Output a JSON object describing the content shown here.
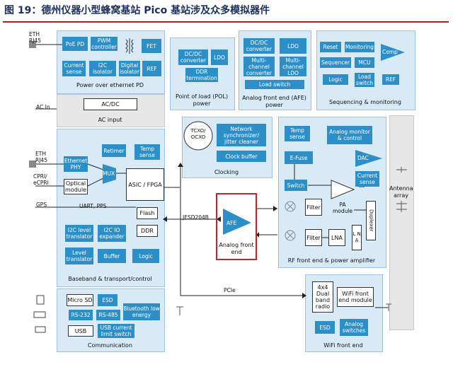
{
  "title": "图 19：德州仪器小型蜂窝基站 Pico 基站涉及众多模拟器件",
  "colors": {
    "block": "#2c8fc8",
    "panel": "#d9eaf7",
    "panel_gray": "#e7e7e7",
    "title": "#1c2f5a",
    "highlight": "#c0262c",
    "rule": "#b21f1f"
  },
  "poe": {
    "eth": "ETH",
    "rj45": "RJ45",
    "poe_pd": "PoE PD",
    "pwm": "PWM controller",
    "fet": "FET",
    "current_sense": "Current sense",
    "i2c_isolator": "I2C isolator",
    "digital_isolator": "Digital isolator",
    "ref": "REF",
    "label": "Power over ethernet PD"
  },
  "pol": {
    "dcdc": "DC/DC converter",
    "ldo": "LDO",
    "ddr": "DDR termination",
    "label": "Point of load (POL) power"
  },
  "afe_power": {
    "dcdc": "DC/DC converter",
    "ldo": "LDO",
    "multi_conv": "Multi-channel converter",
    "multi_ldo": "Multi-channel LDO",
    "load_switch": "Load switch",
    "label": "Analog front end (AFE) power"
  },
  "seq": {
    "reset": "Reset",
    "monitoring": "Monitoring",
    "comp": "Comp",
    "sequencer": "Sequencer",
    "mcu": "MCU",
    "logic": "Logic",
    "load_switch": "Load switch",
    "ref": "REF",
    "label": "Sequencing & monitoring"
  },
  "ac": {
    "ac_in": "AC In",
    "acdc": "AC/DC",
    "label": "AC input"
  },
  "clocking": {
    "tcxo": "TCXO/ OCXO",
    "net_sync": "Network synchronizer/ jitter cleaner",
    "clock_buffer": "Clock buffer",
    "label": "Clocking"
  },
  "baseband": {
    "eth": "ETH",
    "rj45": "RJ45",
    "cpri": "CPRI/",
    "ecpri": "eCPRI",
    "gps": "GPS",
    "ethernet_phy": "Ethernet PHY",
    "optical": "Optical module",
    "retimer": "Retimer",
    "temp_sense": "Temp sense",
    "mux": "MUX",
    "asic": "ASIC / FPGA",
    "uart": "UART, PPS",
    "flash": "Flash",
    "ddr": "DDR",
    "i2c_level": "I2C level translator",
    "i2c_io": "I2C IO expander",
    "level": "Level translator",
    "buffer": "Buffer",
    "logic": "Logic",
    "label": "Baseband & transport/control"
  },
  "afe_center": {
    "jesd": "JESD204B",
    "afe": "AFE",
    "label": "Analog front end"
  },
  "rf": {
    "temp_sense": "Temp sense",
    "analog_monitor": "Analog monitor & control",
    "efuse": "E-Fuse",
    "dac": "DAC",
    "current_sense": "Current sense",
    "switch": "Switch",
    "pa": "PA module",
    "filter1": "Filter",
    "filter2": "Filter",
    "lna": "LNA",
    "lna_v": "L N A",
    "duplexer": "Duplexer",
    "label": "RF front end & power amplifier"
  },
  "antenna": {
    "label": "Antenna array"
  },
  "pcie": "PCIe",
  "comm": {
    "micro_sd": "Micro SD",
    "esd": "ESD",
    "rs232": "RS-232",
    "rs485": "RS-485",
    "bluetooth": "Bluetooth low energy",
    "usb": "USB",
    "usb_limit": "USB current limit switch",
    "label": "Communication"
  },
  "wifi": {
    "dual_band": "4x4 Dual band radio",
    "wifi_module": "WiFi front end module",
    "esd": "ESD",
    "analog_switches": "Analog switches",
    "label": "WiFi front end"
  }
}
